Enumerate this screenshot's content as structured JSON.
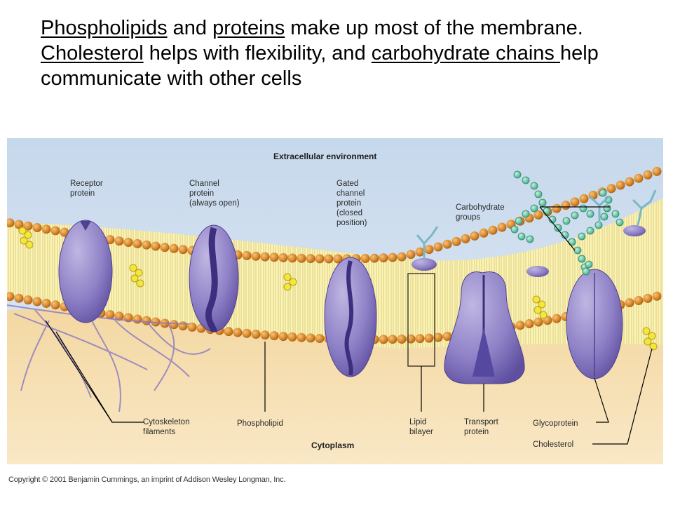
{
  "caption": {
    "t1": "Phospholipids",
    "t2": " and ",
    "t3": "proteins",
    "t4": " make up most of the membrane.  ",
    "t5": "Cholesterol",
    "t6": " helps with flexibility, and ",
    "t7": "carbohydrate chains ",
    "t8": "help communicate with other cells"
  },
  "diagram": {
    "extracellular": "Extracellular environment",
    "cytoplasm": "Cytoplasm",
    "receptor": [
      "Receptor",
      "protein"
    ],
    "channel": [
      "Channel",
      "protein",
      "(always open)"
    ],
    "gated": [
      "Gated",
      "channel",
      "protein",
      "(closed",
      "position)"
    ],
    "carbohydrate": [
      "Carbohydrate",
      "groups"
    ],
    "cytoskeleton": [
      "Cytoskeleton",
      "filaments"
    ],
    "phospholipid": "Phospholipid",
    "lipid": [
      "Lipid",
      "bilayer"
    ],
    "transport": [
      "Transport",
      "protein"
    ],
    "glycoprotein": "Glycoprotein",
    "cholesterol": "Cholesterol"
  },
  "copyright": "Copyright © 2001 Benjamin Cummings, an imprint of Addison Wesley Longman, Inc."
}
